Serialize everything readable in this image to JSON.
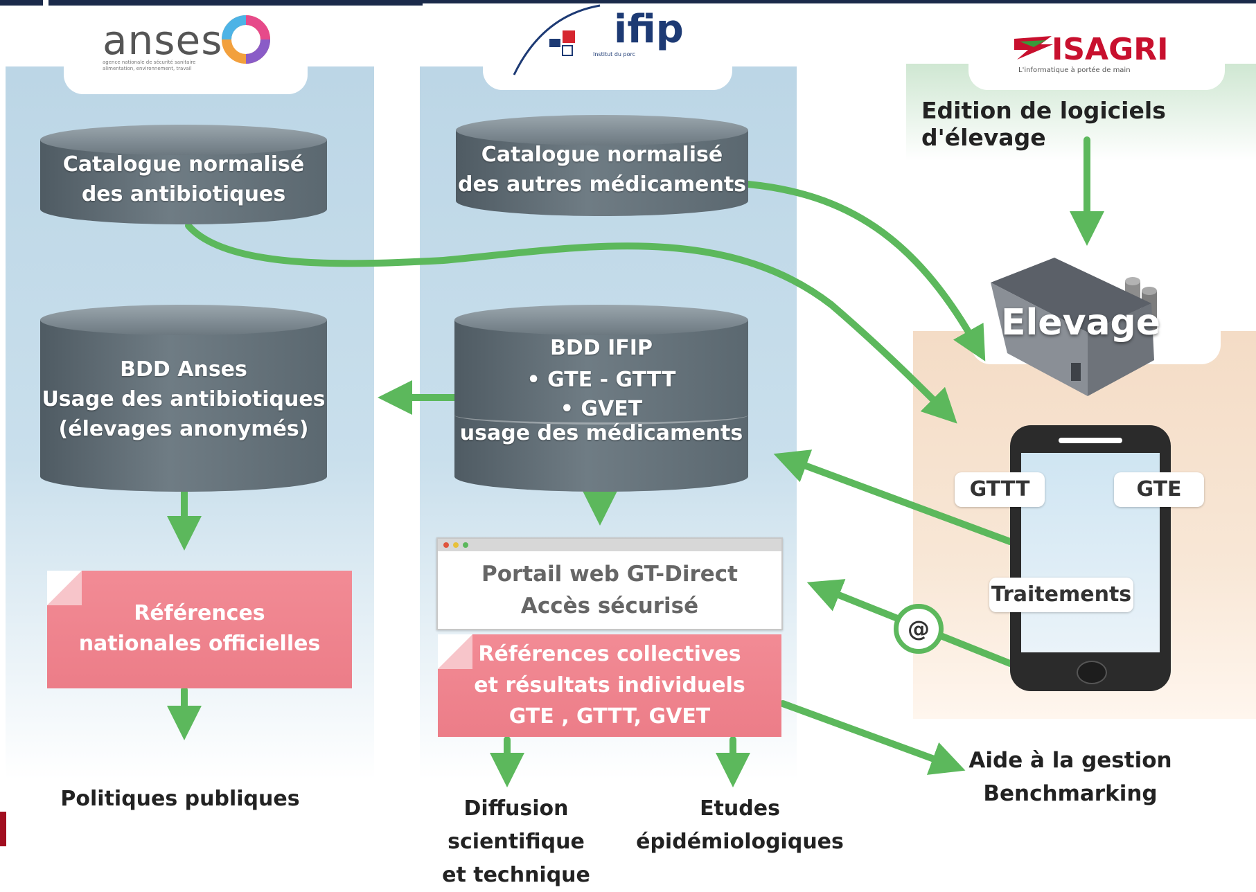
{
  "logos": {
    "anses": "anses",
    "anses_tagline": "agence nationale de sécurité sanitaire alimentation, environnement, travail",
    "ifip": "ifip",
    "ifip_tagline": "Institut du porc",
    "isagri": "ISAGRI",
    "isagri_tagline": "L'informatique à portée de main"
  },
  "isagri_header": "Edition de logiciels d'élevage",
  "anses_col": {
    "catalogue": [
      "Catalogue normalisé",
      "des antibiotiques"
    ],
    "bdd": [
      "BDD Anses",
      "Usage des antibiotiques",
      "(élevages anonymés)"
    ],
    "references": [
      "Références",
      "nationales officielles"
    ],
    "output": "Politiques publiques"
  },
  "ifip_col": {
    "catalogue": [
      "Catalogue normalisé",
      "des autres médicaments"
    ],
    "bdd": [
      "BDD IFIP",
      "• GTE - GTTT",
      "• GVET",
      "usage des médicaments"
    ],
    "portal": [
      "Portail web GT-Direct",
      "Accès sécurisé"
    ],
    "references": [
      "Références collectives",
      "et résultats individuels",
      "GTE , GTTT, GVET"
    ],
    "output_left": [
      "Diffusion",
      "scientifique",
      "et technique"
    ],
    "output_right": [
      "Etudes",
      "épidémiologiques"
    ]
  },
  "farm": {
    "elevage": "Elevage",
    "phone_tags": {
      "gttt": "GTTT",
      "gte": "GTE",
      "traitements": "Traitements"
    },
    "at_symbol": "@",
    "output": [
      "Aide à la gestion",
      "Benchmarking"
    ]
  },
  "colors": {
    "column_blue": "#bcd6e6",
    "cylinder_grey": "#5b6870",
    "reference_pink": "#ec7d88",
    "arrow_green": "#5cb85c",
    "farm_peach": "#f4dcc6"
  }
}
